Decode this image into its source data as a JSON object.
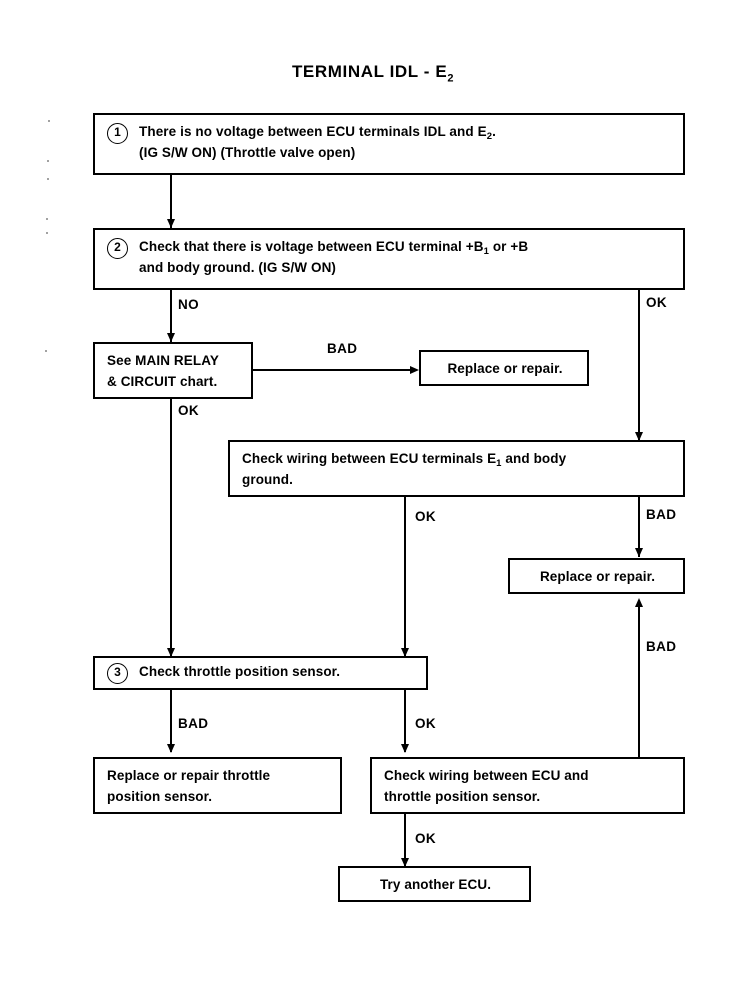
{
  "document": {
    "title_prefix": "TERMINAL IDL - E",
    "title_sub": "2"
  },
  "nodes": {
    "step1": {
      "marker": "1",
      "line1_a": "There is no voltage between ECU terminals IDL and E",
      "line1_sub": "2",
      "line1_b": ".",
      "line2": "(IG S/W ON) (Throttle valve open)"
    },
    "step2": {
      "marker": "2",
      "line1_a": "Check that there is voltage between ECU terminal +B",
      "line1_sub": "1",
      "line1_b": " or +B",
      "line2": "and body ground. (IG S/W ON)"
    },
    "main_relay": {
      "line1": "See MAIN RELAY",
      "line2": "& CIRCUIT chart."
    },
    "replace_repair_top": {
      "line1": "Replace or repair."
    },
    "check_e1_wiring": {
      "line1_a": "Check wiring between ECU terminals E",
      "line1_sub": "1",
      "line1_b": " and body",
      "line2": "ground."
    },
    "replace_repair_right": {
      "line1": "Replace or repair."
    },
    "step3": {
      "marker": "3",
      "line1": "Check throttle position sensor."
    },
    "replace_tps": {
      "line1": "Replace or repair throttle",
      "line2": "position sensor."
    },
    "check_tps_wiring": {
      "line1": "Check wiring between ECU and",
      "line2": "throttle position sensor."
    },
    "try_another_ecu": {
      "line1": "Try another ECU."
    }
  },
  "edges": {
    "step2_no": "NO",
    "step2_ok": "OK",
    "relay_bad": "BAD",
    "relay_ok": "OK",
    "e1_ok": "OK",
    "e1_bad": "BAD",
    "repair_bad": "BAD",
    "step3_bad": "BAD",
    "step3_ok": "OK",
    "tps_wiring_ok": "OK"
  }
}
